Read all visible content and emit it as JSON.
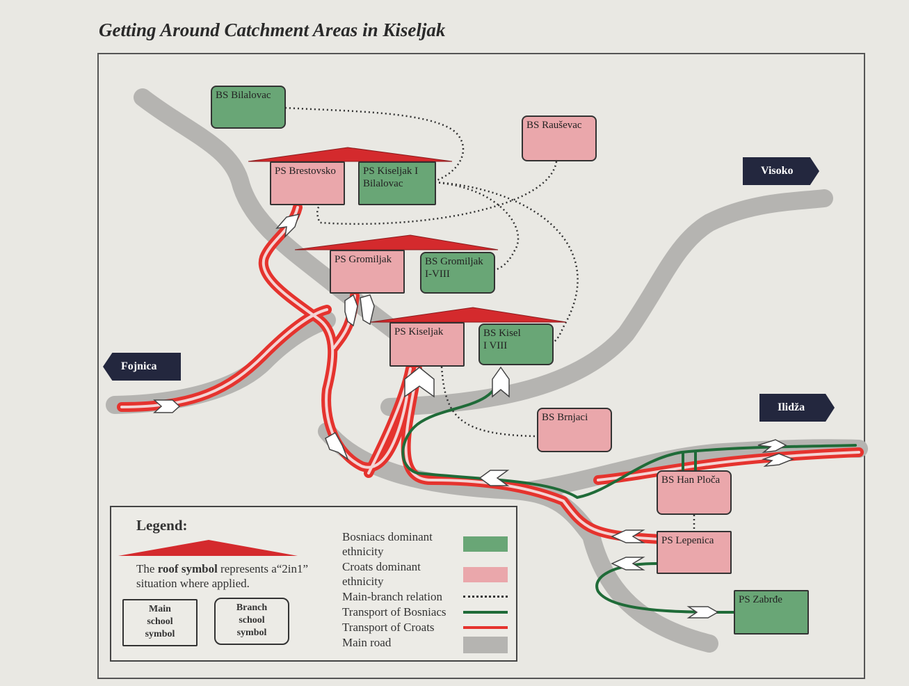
{
  "title": "Getting Around Catchment Areas in Kiseljak",
  "schools": {
    "bs_bilalovac": "BS Bilalovac",
    "bs_rausevac": "BS Rauševac",
    "ps_brestovsko": "PS Brestovsko",
    "ps_kiseljak_i_line1": "PS Kiseljak I",
    "ps_kiseljak_i_line2": "Bilalovac",
    "ps_gromiljak": "PS Gromiljak",
    "bs_gromiljak_line1": "BS Gromiljak",
    "bs_gromiljak_line2": "I-VIII",
    "ps_kiseljak": "PS Kiseljak",
    "bs_kisel_line1": "BS Kisel",
    "bs_kisel_line2": "I VIII",
    "bs_brnjaci": "BS Brnjaci",
    "bs_han_ploca": "BS Han Ploča",
    "ps_lepenica": "PS Lepenica",
    "ps_zabrde": "PS Zabrđe"
  },
  "destinations": {
    "visoko": "Visoko",
    "fojnica": "Fojnica",
    "ilidza": "Ilidža"
  },
  "legend": {
    "title": "Legend:",
    "roof_pre": "The ",
    "roof_bold": "roof symbol",
    "roof_post": " represents a“2in1” situation where applied.",
    "main_symbol_line1": "Main",
    "main_symbol_line2": "school",
    "main_symbol_line3": "symbol",
    "branch_symbol_line1": "Branch",
    "branch_symbol_line2": "school",
    "branch_symbol_line3": "symbol",
    "bosniacs_dominant_line1": "Bosniacs dominant",
    "bosniacs_dominant_line2": "ethnicity",
    "croats_dominant_line1": "Croats dominant",
    "croats_dominant_line2": "ethnicity",
    "main_branch": "Main-branch relation",
    "transport_bosniacs": "Transport of Bosniacs",
    "transport_croats": "Transport of Croats",
    "main_road": "Main road"
  },
  "colors": {
    "croat": "#eaa7ab",
    "bosniac": "#69a676",
    "roof_red": "#d42a2d",
    "croat_line": "#e5332e",
    "bosniac_line": "#1f6b38",
    "road": "#b5b4b1",
    "destination": "#23273e"
  }
}
